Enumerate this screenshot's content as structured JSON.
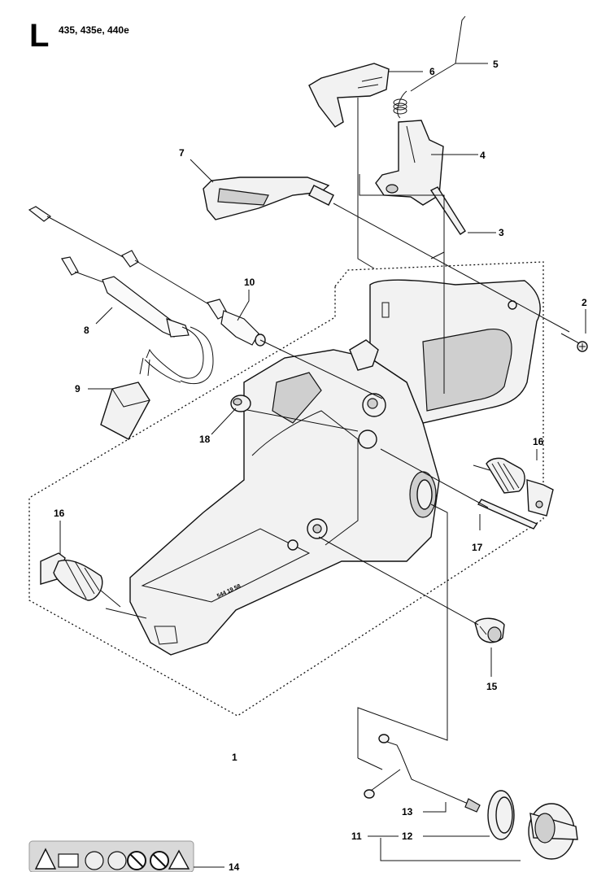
{
  "header": {
    "section_letter": "L",
    "models": "435, 435e, 440e"
  },
  "callouts": {
    "p1": "1",
    "p2": "2",
    "p3": "3",
    "p4": "4",
    "p5": "5",
    "p6": "6",
    "p7": "7",
    "p8": "8",
    "p9": "9",
    "p10": "10",
    "p11": "11",
    "p12": "12",
    "p13": "13",
    "p14": "14",
    "p15": "15",
    "p16a": "16",
    "p16b": "16",
    "p17": "17",
    "p18": "18"
  },
  "part_markings": {
    "housing_code": "544 19 58"
  }
}
